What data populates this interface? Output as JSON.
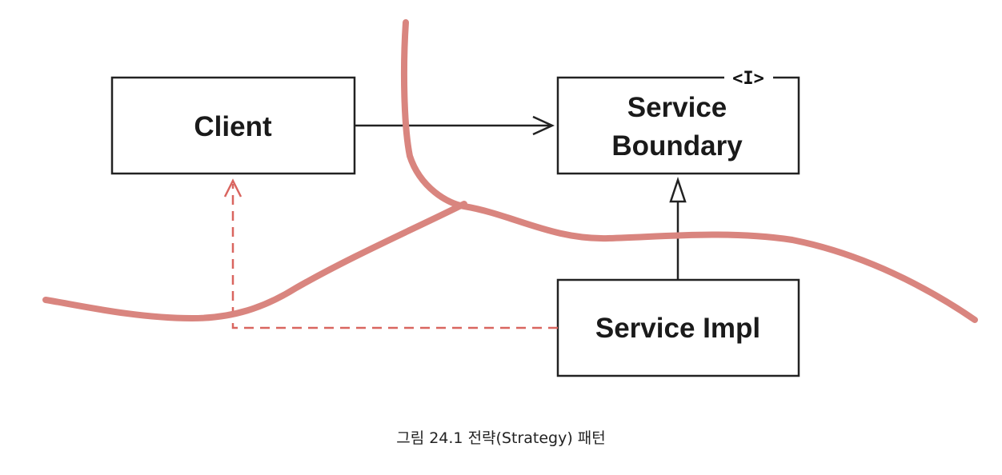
{
  "diagram": {
    "boxes": {
      "client": "Client",
      "service_boundary_line1": "Service",
      "service_boundary_line2": "Boundary",
      "service_impl": "Service Impl"
    },
    "interface_marker": "<I>",
    "boundary_color": "#d9857f",
    "dependency_color": "#d9655f",
    "line_color": "#222222"
  },
  "caption": "그림 24.1 전략(Strategy) 패턴"
}
